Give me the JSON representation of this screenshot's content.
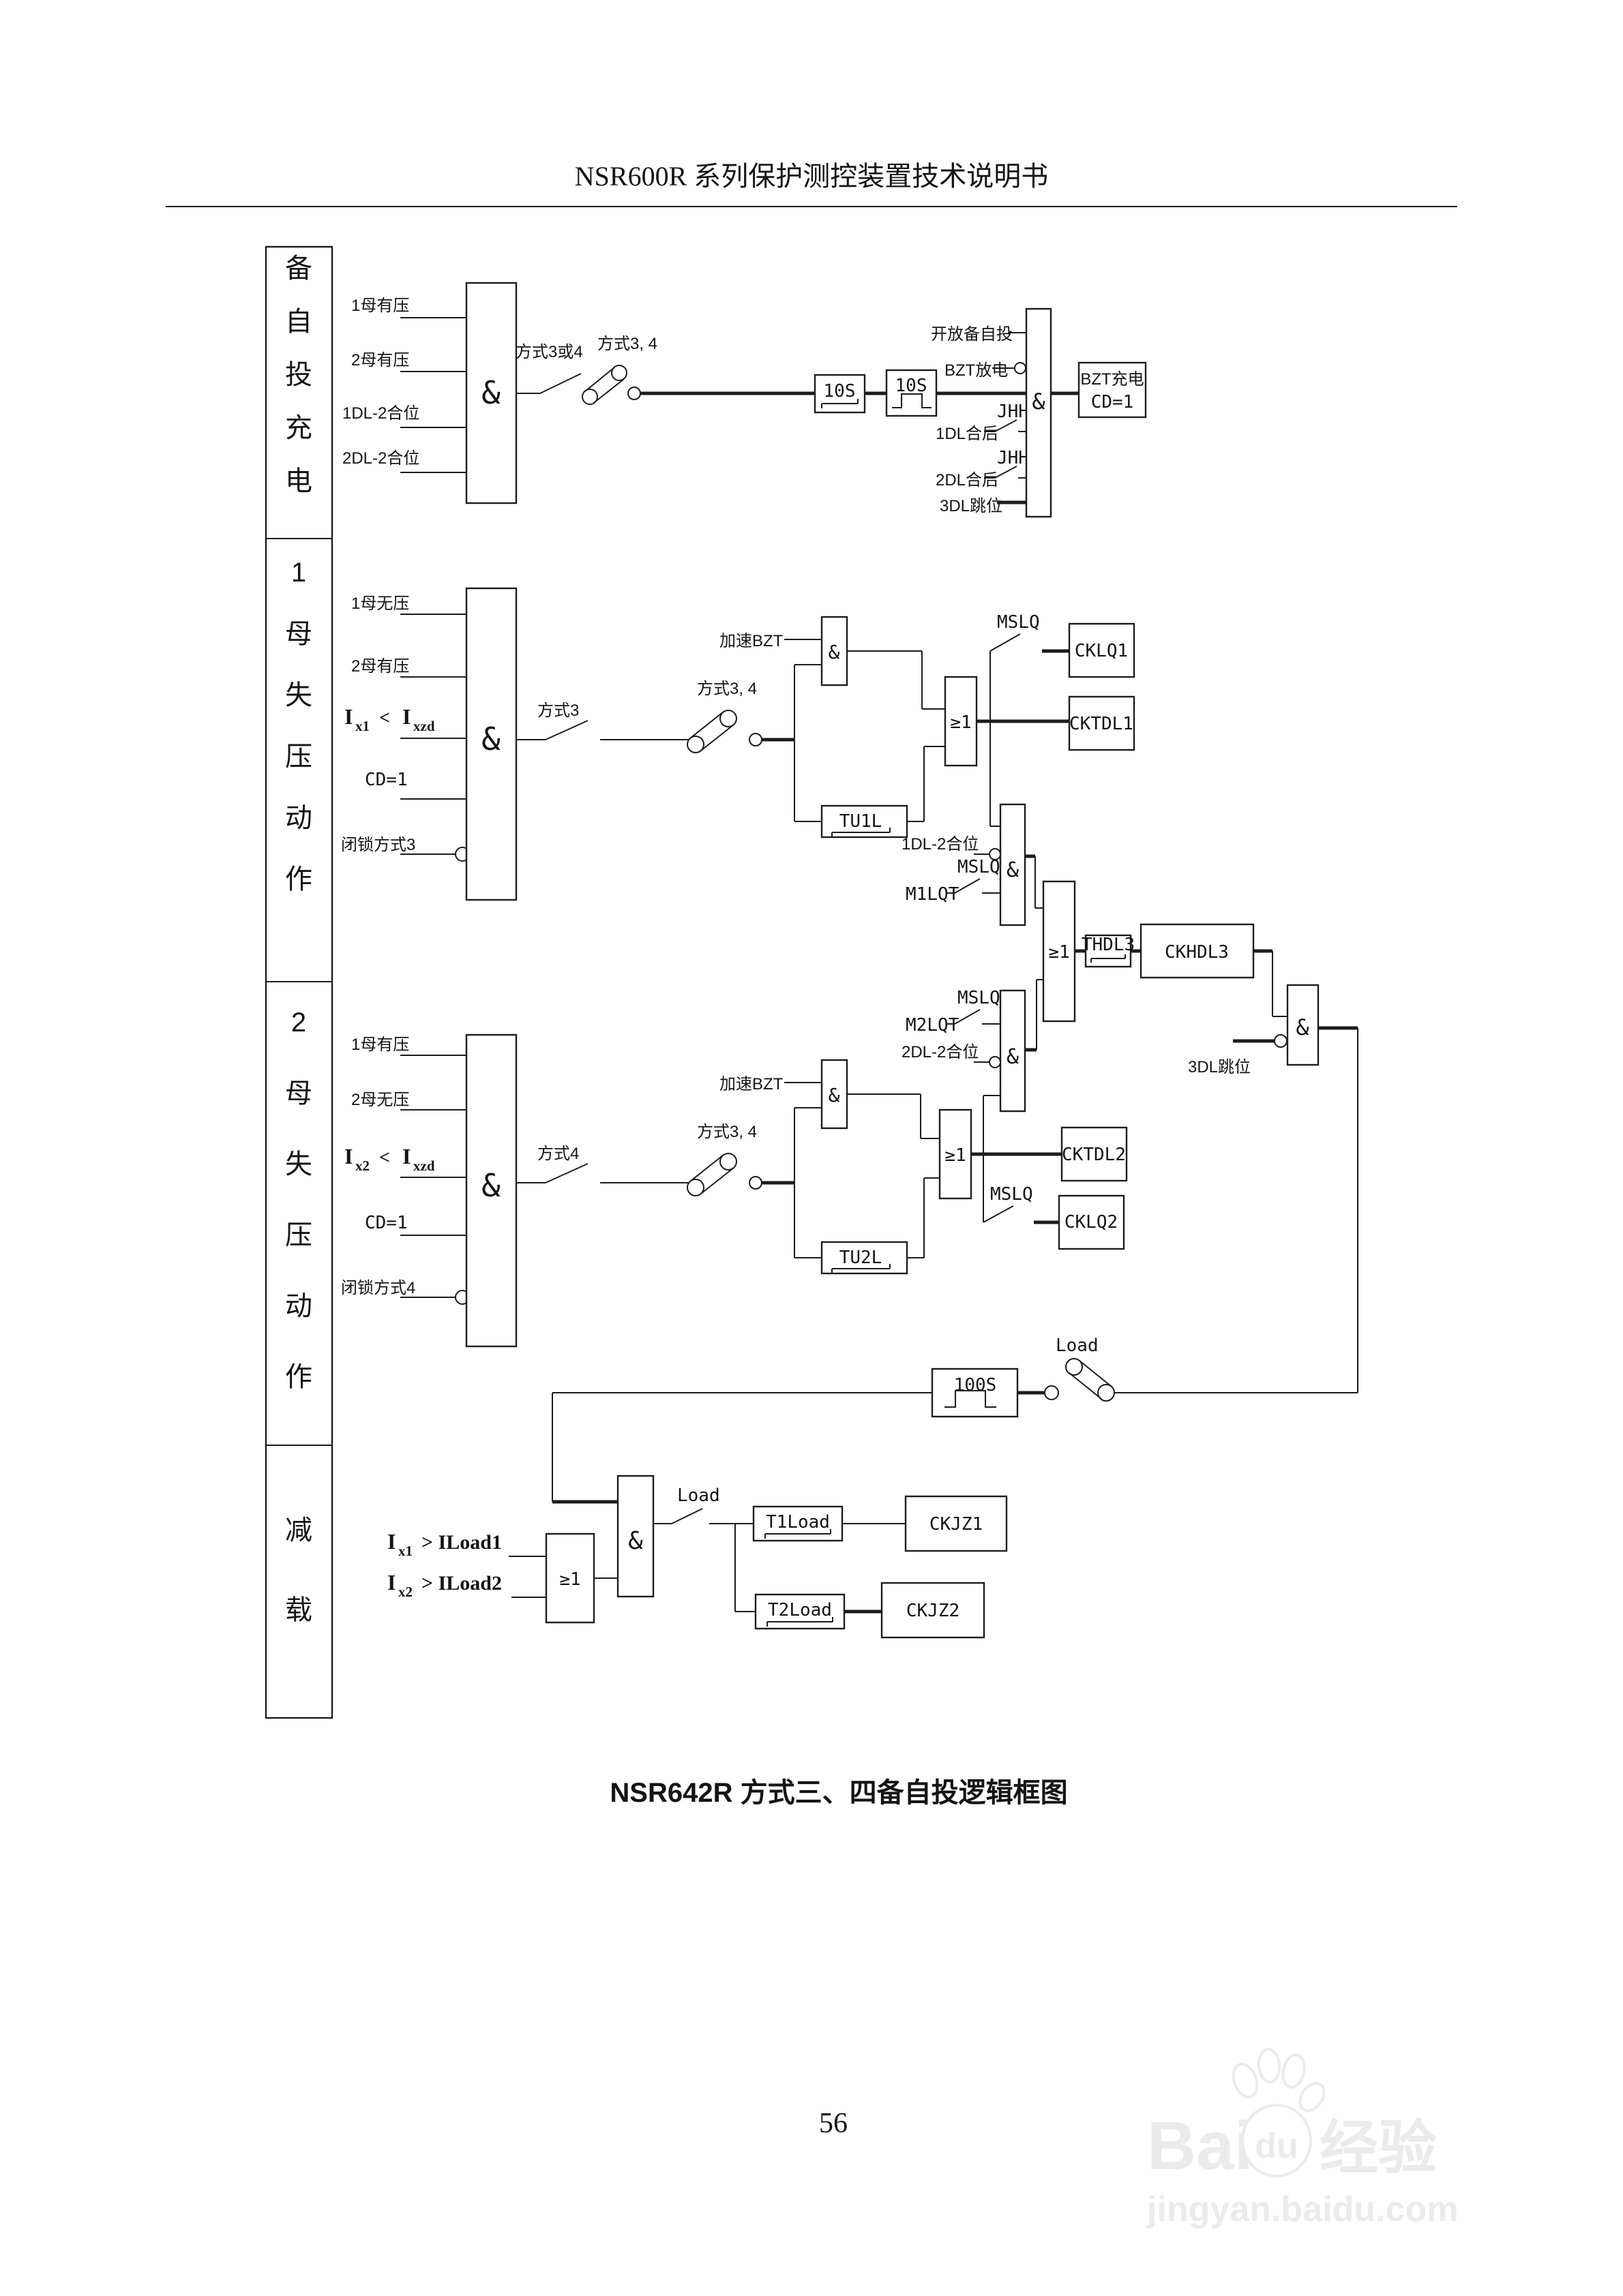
{
  "header": {
    "title": "NSR600R 系列保护测控装置技术说明书"
  },
  "sidebar": {
    "sections": [
      "备自投充电",
      "1母失压动作",
      "2母失压动作",
      "减载"
    ]
  },
  "gates": {
    "and": "&",
    "or": "≥1"
  },
  "charge": {
    "inputs": [
      "1母有压",
      "2母有压",
      "1DL-2合位",
      "2DL-2合位"
    ],
    "mode_switch": "方式3或4",
    "mode_fuse": "方式3, 4",
    "timer": "10S",
    "open_bzt": "开放备自投",
    "bzt_discharge": "BZT放电",
    "jhh": "JHH",
    "dl1_closed": "1DL合后",
    "dl2_closed": "2DL合后",
    "dl3_open": "3DL跳位",
    "out_line1": "BZT充电",
    "out_line2": "CD=1"
  },
  "bus1": {
    "in1": "1母无压",
    "in2": "2母有压",
    "ix": {
      "i": "I",
      "sub": "x1",
      "op": "<",
      "i2": "I",
      "sub2": "xzd"
    },
    "cd": "CD=1",
    "block": "闭锁方式3",
    "accel": "加速BZT",
    "mode": "方式3",
    "mode_fuse": "方式3, 4",
    "timer": "TU1L",
    "mslq": "MSLQ",
    "cklq": "CKLQ1",
    "cktdl": "CKTDL1",
    "dl_closed": "1DL-2合位",
    "mlqt": "M1LQT"
  },
  "bus2": {
    "in1": "1母有压",
    "in2": "2母无压",
    "ix": {
      "i": "I",
      "sub": "x2",
      "op": "<",
      "i2": "I",
      "sub2": "xzd"
    },
    "cd": "CD=1",
    "block": "闭锁方式4",
    "accel": "加速BZT",
    "mode": "方式4",
    "mode_fuse": "方式3, 4",
    "timer": "TU2L",
    "mslq": "MSLQ",
    "cklq": "CKLQ2",
    "cktdl": "CKTDL2",
    "dl_closed": "2DL-2合位",
    "mlqt": "M2LQT"
  },
  "trip": {
    "thdl": "THDL3",
    "ckhdl": "CKHDL3",
    "dl3_open": "3DL跳位"
  },
  "reduce": {
    "timer": "100S",
    "load": "Load",
    "ix1": {
      "i": "I",
      "sub": "x1",
      "rest": "> ILoad1"
    },
    "ix2": {
      "i": "I",
      "sub": "x2",
      "rest": "> ILoad2"
    },
    "t1": "T1Load",
    "t2": "T2Load",
    "ckjz1": "CKJZ1",
    "ckjz2": "CKJZ2"
  },
  "caption": "NSR642R 方式三、四备自投逻辑框图",
  "page_number": "56",
  "watermark": {
    "bai": "Bai",
    "du": "du",
    "cn": "经验",
    "url": "jingyan.baidu.com"
  }
}
